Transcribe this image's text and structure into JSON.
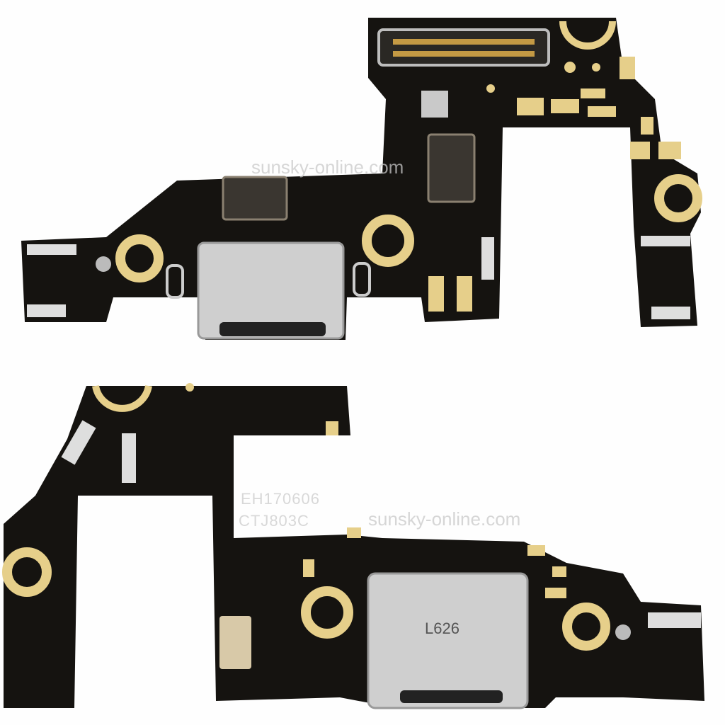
{
  "photo": {
    "board_top_watermark": "sunsky-online.com",
    "board_bottom_watermark": "sunsky-online.com",
    "silkscreen_line1": "EH170606",
    "silkscreen_line2": "CTJ803C",
    "connector_marking": "L626",
    "colors": {
      "pcb": "#151310",
      "gold": "#e6cf8a",
      "metal": "#c9c9c9",
      "background": "#fefefe"
    }
  }
}
